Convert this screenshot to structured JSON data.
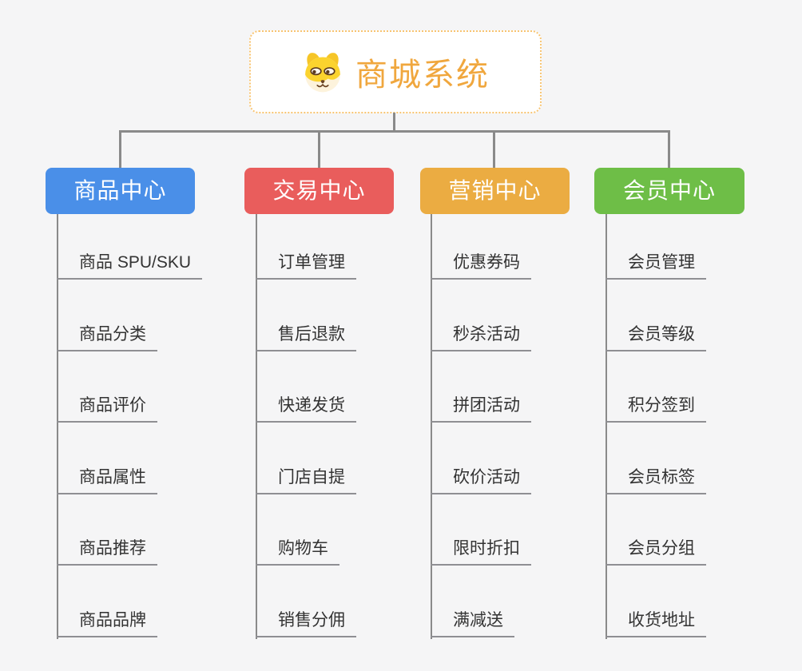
{
  "root": {
    "title": "商城系统",
    "icon": "dog-face-icon",
    "title_color": "#F0A73E",
    "border_color": "#F8C471"
  },
  "connector_color": "#8A8A8A",
  "branches": [
    {
      "label": "商品中心",
      "color": "#4A8FE8",
      "items": [
        "商品 SPU/SKU",
        "商品分类",
        "商品评价",
        "商品属性",
        "商品推荐",
        "商品品牌"
      ]
    },
    {
      "label": "交易中心",
      "color": "#E95D5C",
      "items": [
        "订单管理",
        "售后退款",
        "快递发货",
        "门店自提",
        "购物车",
        "销售分佣"
      ]
    },
    {
      "label": "营销中心",
      "color": "#EBAC42",
      "items": [
        "优惠券码",
        "秒杀活动",
        "拼团活动",
        "砍价活动",
        "限时折扣",
        "满减送"
      ]
    },
    {
      "label": "会员中心",
      "color": "#6EBE47",
      "items": [
        "会员管理",
        "会员等级",
        "积分签到",
        "会员标签",
        "会员分组",
        "收货地址"
      ]
    }
  ]
}
